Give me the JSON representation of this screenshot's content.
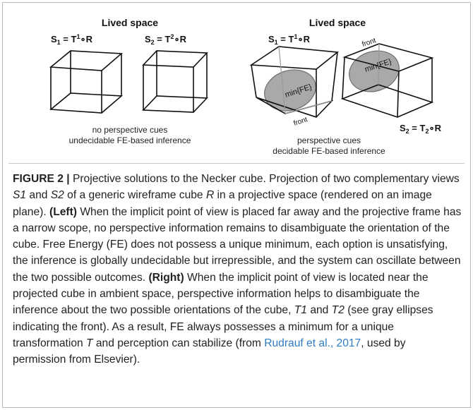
{
  "figure": {
    "left_panel": {
      "title": "Lived space",
      "s1": {
        "base": "S",
        "sub": "1",
        "eq": " = T",
        "sup": "1",
        "tail": "∘R"
      },
      "s2": {
        "base": "S",
        "sub": "2",
        "eq": " = T",
        "sup": "2",
        "tail": "∘R"
      },
      "note_line1": "no perspective cues",
      "note_line2": "undecidable FE-based inference"
    },
    "right_panel": {
      "title": "Lived space",
      "s1": {
        "base": "S",
        "sub": "1",
        "eq": " = T",
        "sup": "1",
        "tail": "∘R"
      },
      "s2": {
        "base": "S",
        "sub": "2",
        "eq": " = T",
        "sub2": "2",
        "tail": "∘R"
      },
      "front_label_1": "front",
      "front_label_2": "front",
      "min_label_1": "min{FE}",
      "min_label_2": "min{FE}",
      "note_line1": "perspective cues",
      "note_line2": "decidable FE-based inference"
    },
    "colors": {
      "ellipse_fill": "#a9a9a9",
      "ellipse_stroke": "#6e6e6e",
      "link": "#2f7cc4"
    }
  },
  "caption": {
    "label": "FIGURE 2 |",
    "t1": " Projective solutions to the Necker cube. Projection of two complementary views ",
    "s1": "S1",
    "t2": " and ",
    "s2": "S2",
    "t3": " of a generic wireframe cube ",
    "r": "R",
    "t4": " in a projective space (rendered on an image plane). ",
    "left": "(Left)",
    "t5": " When the implicit point of view is placed far away and the projective frame has a narrow scope, no perspective information remains to disambiguate the orientation of the cube. Free Energy (FE) does not possess a unique minimum, each option is unsatisfying, the inference is globally undecidable but irrepressible, and the system can oscillate between the two possible outcomes. ",
    "right": "(Right)",
    "t6": " When the implicit point of view is located near the projected cube in ambient space, perspective information helps to disambiguate the inference about the two possible orientations of the cube, ",
    "tt1": "T1",
    "t7": " and ",
    "tt2": "T2",
    "t8": " (see gray ellipses indicating the front). As a result, FE always possesses a minimum for a unique transformation ",
    "t": "T",
    "t9": " and perception can stabilize (from ",
    "ref": "Rudrauf et al., 2017",
    "t10": ", used by permission from Elsevier)."
  }
}
